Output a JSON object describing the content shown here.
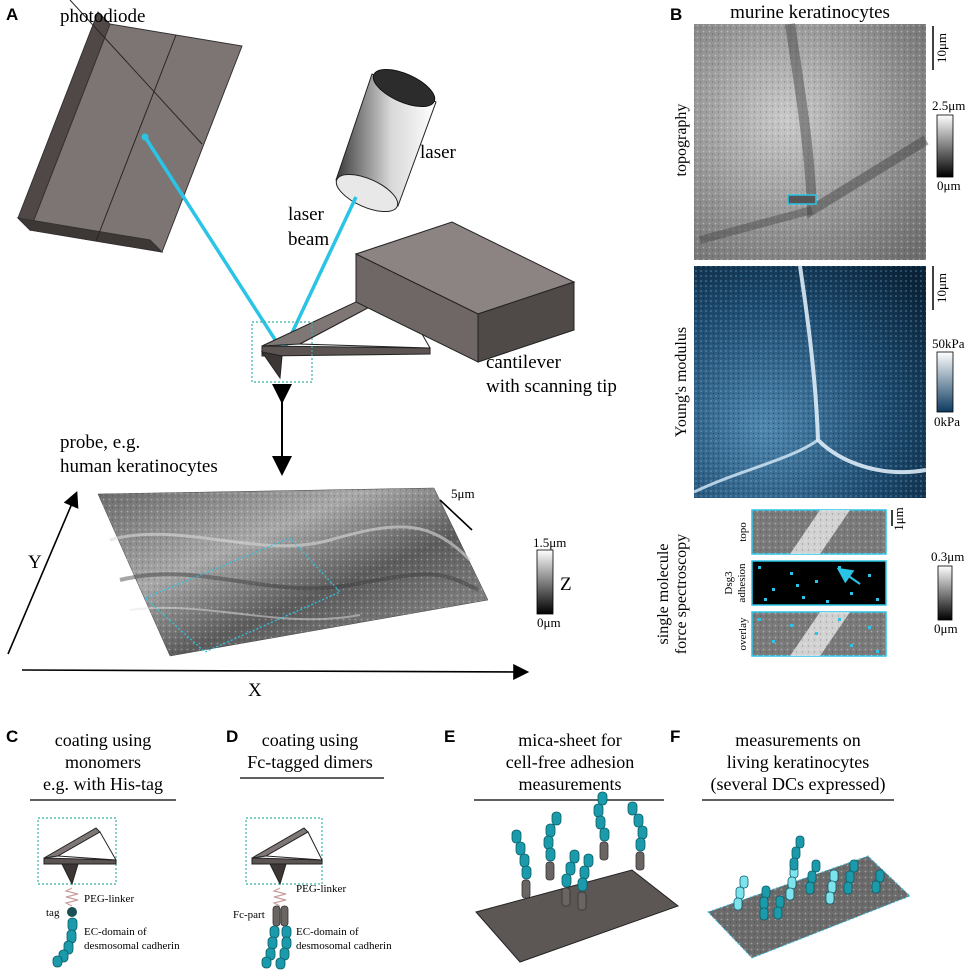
{
  "panels": {
    "A": {
      "letter": "A",
      "photodiode": "photodiode",
      "laser": "laser",
      "laser_beam": [
        "laser",
        "beam"
      ],
      "cantilever": [
        "cantilever",
        "with scanning tip"
      ],
      "probe": [
        "probe, e.g.",
        "human keratinocytes"
      ],
      "scale_5um": "5μm",
      "z_top": "1.5μm",
      "z_bottom": "0μm",
      "z_axis": "Z",
      "axis_x": "X",
      "axis_y": "Y"
    },
    "B": {
      "letter": "B",
      "title": "murine keratinocytes",
      "topography_label": "topography",
      "topography_scale": "10μm",
      "topography_top": "2.5μm",
      "topography_bottom": "0μm",
      "modulus_label": "Young's modulus",
      "modulus_scale": "10μm",
      "modulus_top": "50kPa",
      "modulus_bottom": "0kPa",
      "smfs_label": [
        "single molecule",
        "force spectroscopy"
      ],
      "smfs_scale": "1μm",
      "row_topo": "topo",
      "row_adhesion": [
        "Dsg3",
        "adhesion"
      ],
      "row_overlay": "overlay",
      "smfs_top": "0.3μm",
      "smfs_bottom": "0μm"
    },
    "C": {
      "letter": "C",
      "title": [
        "coating using",
        "monomers",
        "e.g. with His-tag"
      ],
      "peg": "PEG-linker",
      "tag": "tag",
      "ec": [
        "EC-domain of",
        "desmosomal cadherin"
      ]
    },
    "D": {
      "letter": "D",
      "title": [
        "coating using",
        "Fc-tagged dimers"
      ],
      "peg": "PEG-linker",
      "fc": "Fc-part",
      "ec": [
        "EC-domain of",
        "desmosomal cadherin"
      ]
    },
    "E": {
      "letter": "E",
      "title": [
        "mica-sheet for",
        "cell-free adhesion",
        "measurements"
      ]
    },
    "F": {
      "letter": "F",
      "title": [
        "measurements on",
        "living keratinocytes",
        "(several DCs expressed)"
      ]
    }
  },
  "colors": {
    "beam": "#29c4e6",
    "cadherin": "#1a9aaa",
    "cadherin_light": "#7fe3ee",
    "device_gray": "#8a8280",
    "device_dark": "#5a5452",
    "dotted_box": "#3ab0a8"
  }
}
